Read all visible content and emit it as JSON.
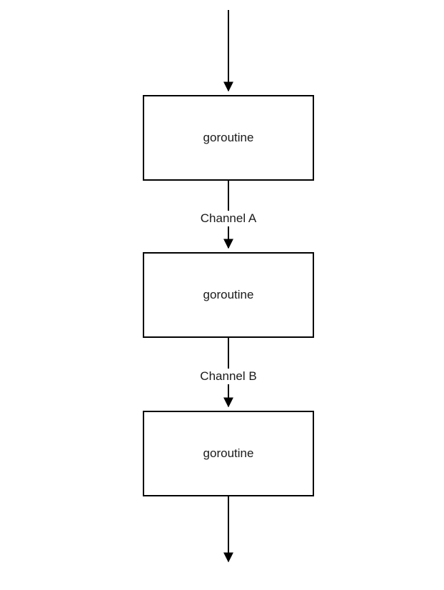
{
  "diagram": {
    "type": "flowchart",
    "direction": "top-to-bottom",
    "nodes": [
      {
        "id": "node-1",
        "label": "goroutine",
        "shape": "rectangle"
      },
      {
        "id": "node-2",
        "label": "goroutine",
        "shape": "rectangle"
      },
      {
        "id": "node-3",
        "label": "goroutine",
        "shape": "rectangle"
      }
    ],
    "edges": [
      {
        "from": "external-top",
        "to": "node-1",
        "label": ""
      },
      {
        "from": "node-1",
        "to": "node-2",
        "label": "Channel A"
      },
      {
        "from": "node-2",
        "to": "node-3",
        "label": "Channel B"
      },
      {
        "from": "node-3",
        "to": "external-bottom",
        "label": ""
      }
    ],
    "colors": {
      "stroke": "#000000",
      "box_fill": "#ffffff",
      "background": "#ffffff",
      "text": "#1a1a1a"
    }
  }
}
